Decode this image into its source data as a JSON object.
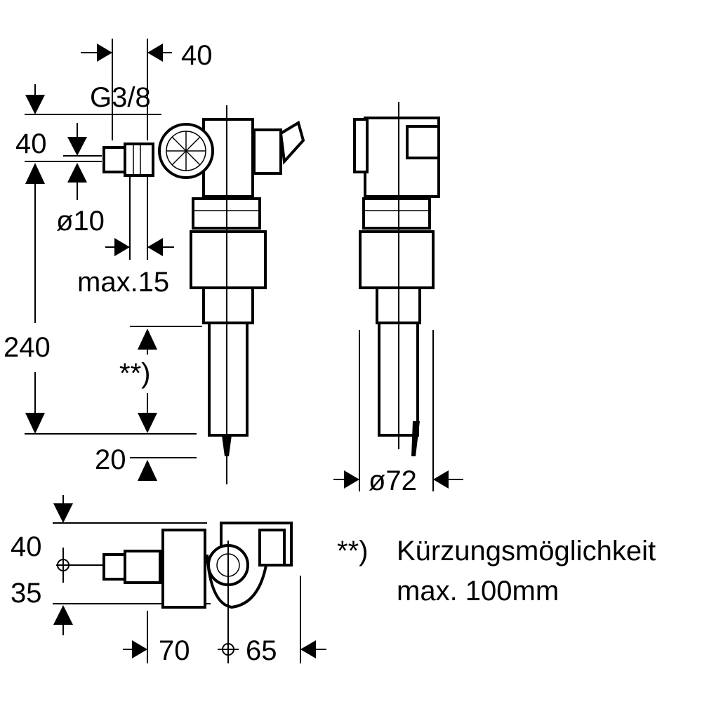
{
  "dimensions": {
    "top_width": "40",
    "thread": "G3/8",
    "inlet_height": "40",
    "inlet_diameter": "ø10",
    "max_offset": "max.15",
    "total_height": "240",
    "shortening_mark": "**)",
    "bottom_gap": "20",
    "tube_diameter": "ø72",
    "top_view_offset": "40",
    "top_view_center": "35",
    "top_view_inlet": "70",
    "top_view_body": "65"
  },
  "note": {
    "marker": "**)",
    "line1": "Kürzungsmöglichkeit",
    "line2": "max. 100mm"
  }
}
